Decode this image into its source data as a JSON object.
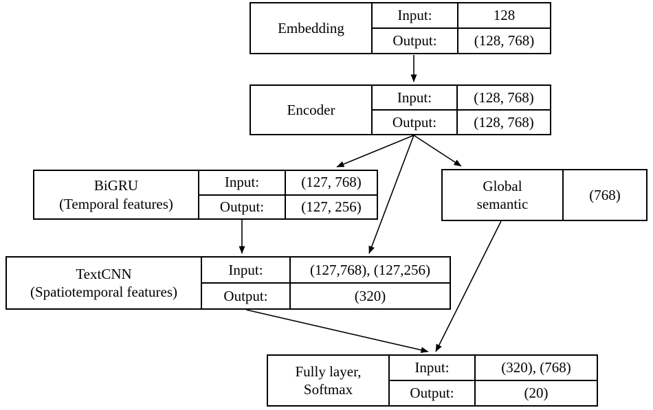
{
  "figure": {
    "background": "#ffffff",
    "line_color": "#000000",
    "text_color": "#000000"
  },
  "nodes": {
    "embedding": {
      "title": "Embedding",
      "rows": [
        {
          "label": "Input:",
          "value": "128"
        },
        {
          "label": "Output:",
          "value": "(128, 768)"
        }
      ]
    },
    "encoder": {
      "title": "Encoder",
      "rows": [
        {
          "label": "Input:",
          "value": "(128, 768)"
        },
        {
          "label": "Output:",
          "value": "(128, 768)"
        }
      ]
    },
    "bigru": {
      "title": "BiGRU\n(Temporal features)",
      "rows": [
        {
          "label": "Input:",
          "value": "(127, 768)"
        },
        {
          "label": "Output:",
          "value": "(127, 256)"
        }
      ]
    },
    "global_semantic": {
      "title": "Global\nsemantic",
      "value": "(768)"
    },
    "textcnn": {
      "title": "TextCNN\n(Spatiotemporal features)",
      "rows": [
        {
          "label": "Input:",
          "value": "(127,768), (127,256)"
        },
        {
          "label": "Output:",
          "value": "(320)"
        }
      ]
    },
    "fully_softmax": {
      "title": "Fully layer,\nSoftmax",
      "rows": [
        {
          "label": "Input:",
          "value": "(320), (768)"
        },
        {
          "label": "Output:",
          "value": "(20)"
        }
      ]
    }
  },
  "edges": [
    {
      "from": "embedding",
      "to": "encoder"
    },
    {
      "from": "encoder",
      "to": "bigru"
    },
    {
      "from": "encoder",
      "to": "textcnn"
    },
    {
      "from": "encoder",
      "to": "global_semantic"
    },
    {
      "from": "bigru",
      "to": "textcnn"
    },
    {
      "from": "textcnn",
      "to": "fully_softmax"
    },
    {
      "from": "global_semantic",
      "to": "fully_softmax"
    }
  ]
}
